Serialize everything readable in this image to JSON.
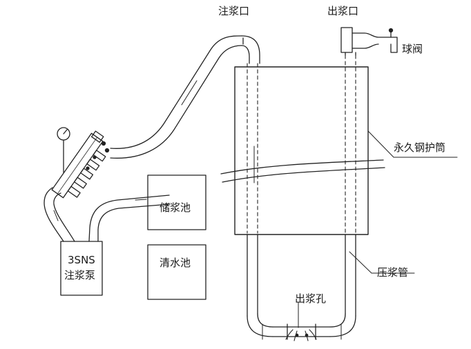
{
  "labels": {
    "grout_inlet": "注浆口",
    "grout_outlet": "出浆口",
    "ball_valve": "球阀",
    "steel_casing": "永久钢护筒",
    "pressure_pipe": "压浆管",
    "grout_hole": "出浆孔",
    "storage_tank": "储浆池",
    "water_tank": "清水池",
    "pump_model": "3SNS",
    "pump_name": "注浆泵"
  }
}
